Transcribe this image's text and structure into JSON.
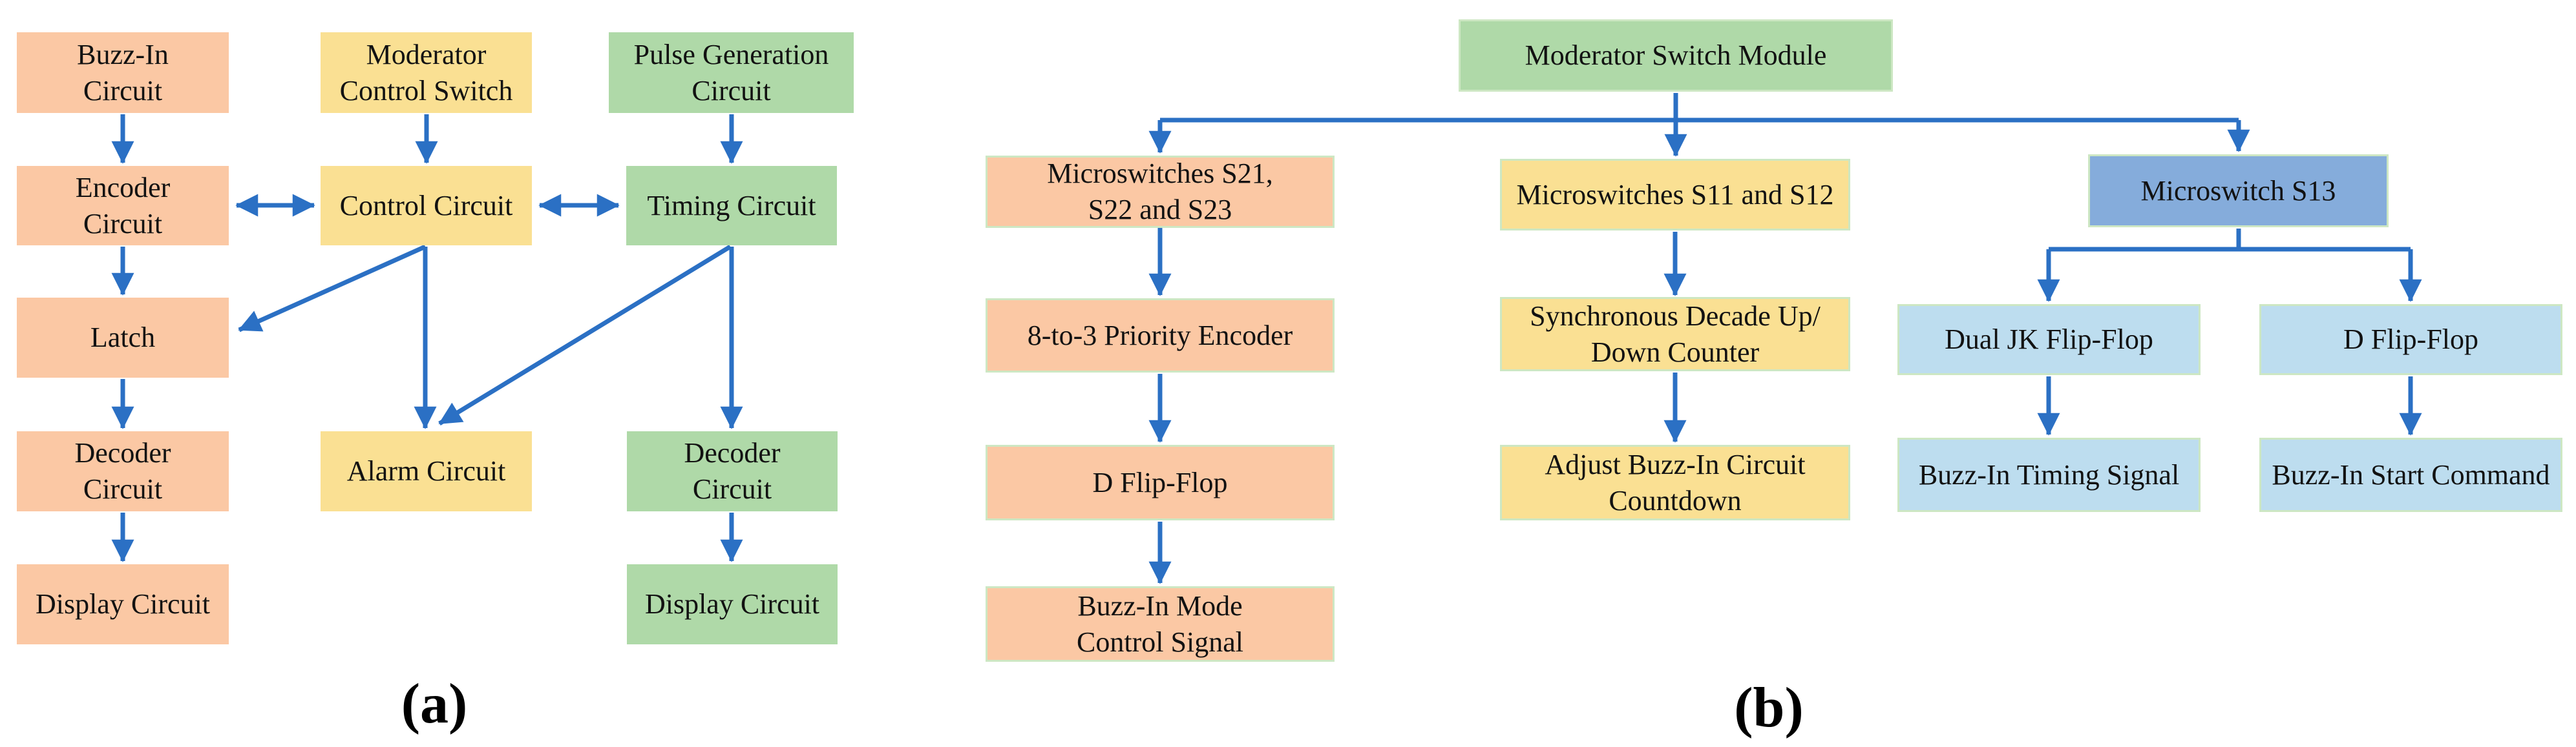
{
  "figure_labels": {
    "a": "(a)",
    "b": "(b)"
  },
  "palette": {
    "orange": "#FBC8A4",
    "yellow": "#FAE093",
    "green": "#AFD9A8",
    "blue": "#85ACDB",
    "light_blue": "#BDDDEF",
    "box_border_green": "#CDE7C3",
    "arrow_blue": "#2B70C4",
    "text": "#121212",
    "background": "#FFFFFF"
  },
  "diagram_a": {
    "nodes": [
      {
        "id": "buzz-in-circuit",
        "label": "Buzz-In\nCircuit"
      },
      {
        "id": "moderator-control-switch",
        "label": "Moderator\nControl Switch"
      },
      {
        "id": "pulse-generation-circuit",
        "label": "Pulse Generation\nCircuit"
      },
      {
        "id": "encoder-circuit",
        "label": "Encoder\nCircuit"
      },
      {
        "id": "control-circuit",
        "label": "Control Circuit"
      },
      {
        "id": "timing-circuit",
        "label": "Timing Circuit"
      },
      {
        "id": "latch",
        "label": "Latch"
      },
      {
        "id": "alarm-circuit",
        "label": "Alarm Circuit"
      },
      {
        "id": "decoder-circuit-left",
        "label": "Decoder\nCircuit"
      },
      {
        "id": "display-circuit-left",
        "label": "Display Circuit"
      },
      {
        "id": "decoder-circuit-right",
        "label": "Decoder\nCircuit"
      },
      {
        "id": "display-circuit-right",
        "label": "Display Circuit"
      }
    ]
  },
  "diagram_b": {
    "nodes": [
      {
        "id": "moderator-switch-module",
        "label": "Moderator Switch Module"
      },
      {
        "id": "microswitches-s21-s22-s23",
        "label": "Microswitches S21,\nS22 and S23"
      },
      {
        "id": "microswitches-s11-s12",
        "label": "Microswitches S11 and S12"
      },
      {
        "id": "microswitch-s13",
        "label": "Microswitch S13"
      },
      {
        "id": "priority-encoder",
        "label": "8-to-3 Priority Encoder"
      },
      {
        "id": "sync-decade-counter",
        "label": "Synchronous Decade Up/\nDown Counter"
      },
      {
        "id": "d-flip-flop-left",
        "label": "D Flip-Flop"
      },
      {
        "id": "adjust-buzz-in-countdown",
        "label": "Adjust Buzz-In Circuit\nCountdown"
      },
      {
        "id": "dual-jk-flip-flop",
        "label": "Dual JK Flip-Flop"
      },
      {
        "id": "d-flip-flop-right",
        "label": "D Flip-Flop"
      },
      {
        "id": "buzz-in-mode-control",
        "label": "Buzz-In Mode\nControl Signal"
      },
      {
        "id": "buzz-in-timing-signal",
        "label": "Buzz-In Timing Signal"
      },
      {
        "id": "buzz-in-start-command",
        "label": "Buzz-In Start Command"
      }
    ]
  }
}
